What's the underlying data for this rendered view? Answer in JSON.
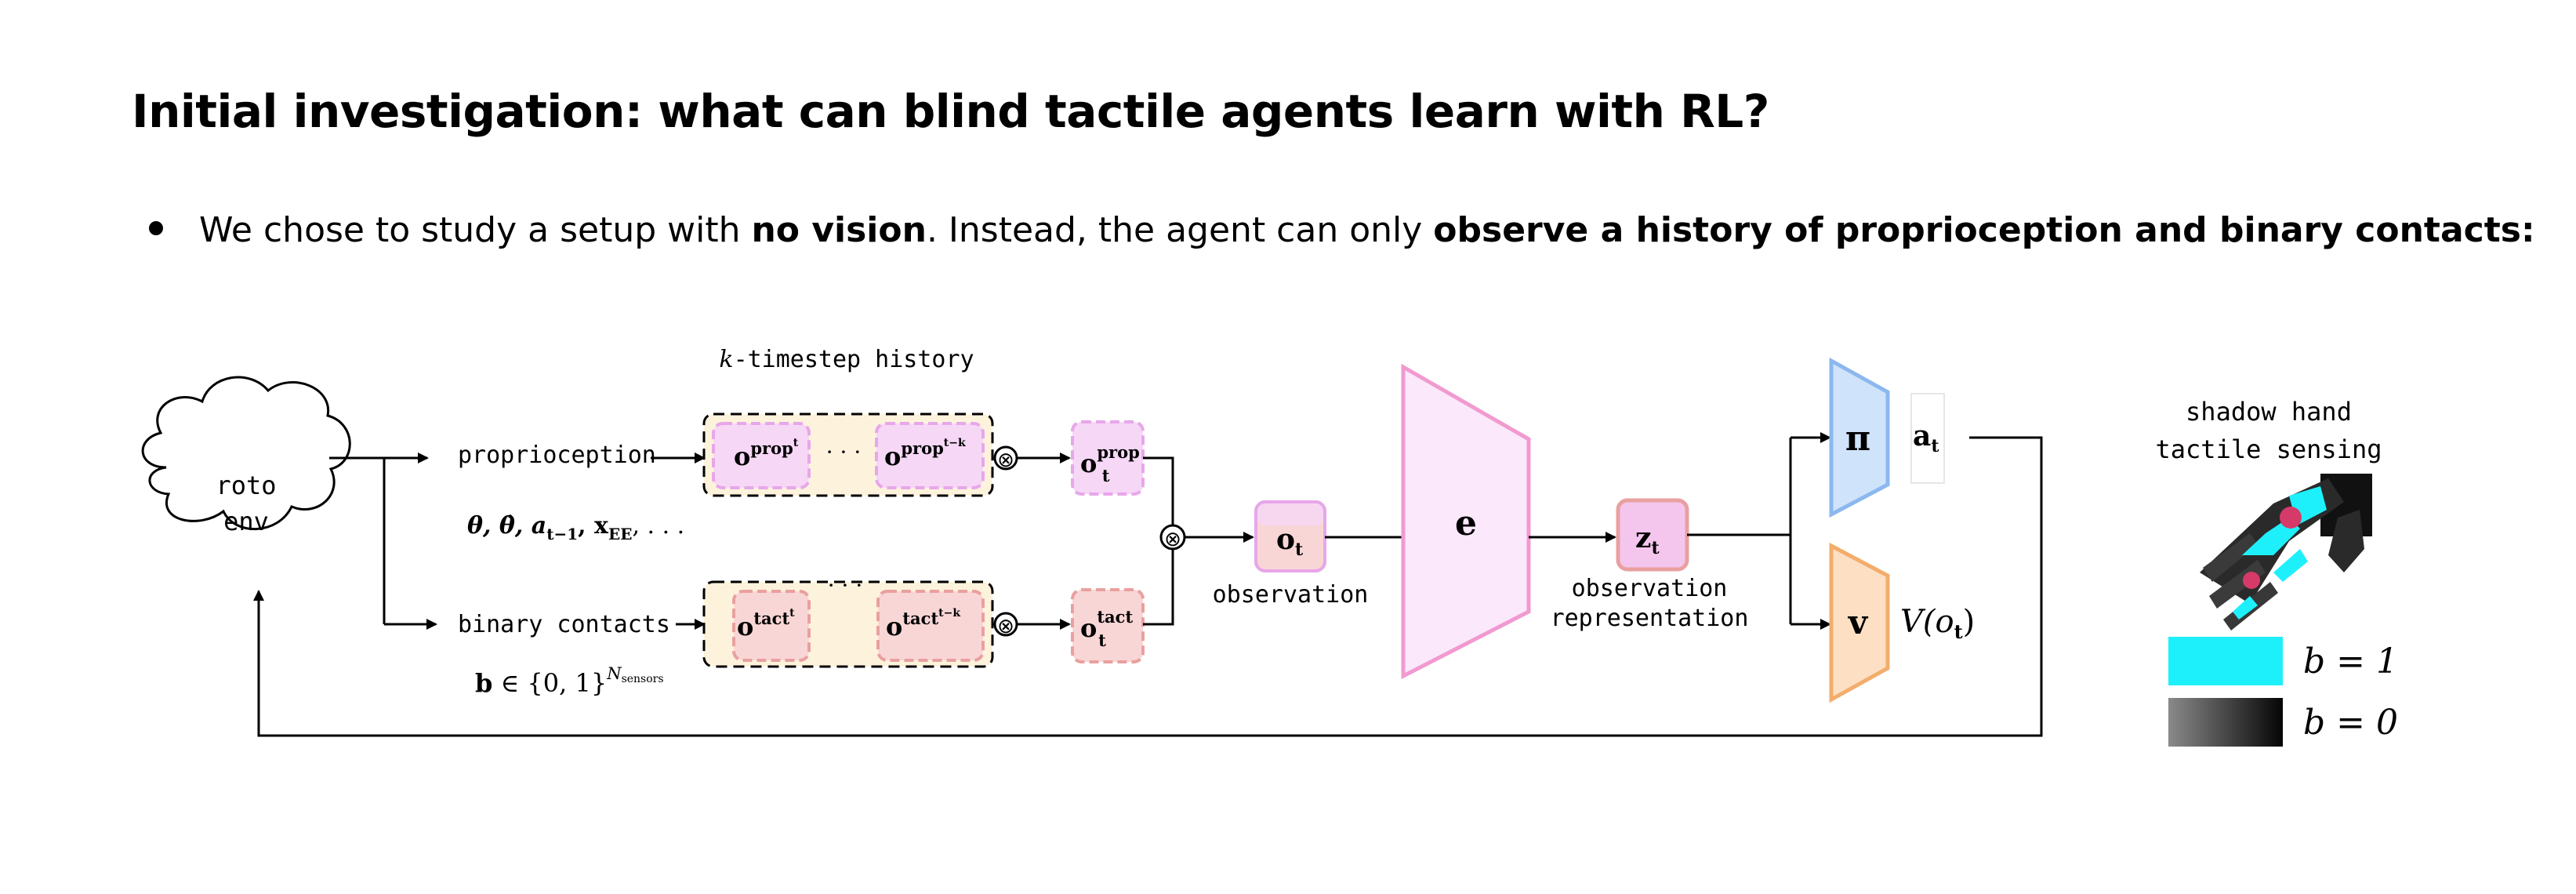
{
  "slide": {
    "title": "Initial investigation: what can blind tactile agents learn with RL?",
    "bullet": {
      "part1": "We chose to study a setup with ",
      "bold1": "no vision",
      "part2": ". Instead, the agent can only ",
      "bold2": "observe a history of proprioception and binary contacts:"
    }
  },
  "diagram": {
    "env_label_line1": "roto",
    "env_label_line2": "env",
    "history_label_k": "k",
    "history_label_rest": "-timestep history",
    "proprioception_label": "proprioception",
    "proprioception_vars": "θ, θ̇, a",
    "proprioception_vars_sub": "t−1",
    "proprioception_vars_x": ", x",
    "proprioception_vars_xsub": "EE",
    "proprioception_vars_end": ", . . .",
    "binary_contacts_label": "binary contacts",
    "contacts_math_b": "b",
    "contacts_math_set": " ∈ {0, 1}",
    "contacts_math_sup": "N",
    "contacts_math_supsub": "sensors",
    "o_symbol": "o",
    "prop_sup": "prop",
    "tact_sup": "tact",
    "t_sub": "t",
    "t_minus_k": "t−k",
    "ellipsis": "· · ·",
    "otimes": "⊗",
    "observation_label": "observation",
    "encoder_symbol": "e",
    "z_symbol": "z",
    "repr_label_line1": "observation",
    "repr_label_line2": "representation",
    "policy_symbol": "π",
    "action_symbol": "a",
    "value_symbol": "v",
    "value_output": "V(o",
    "value_output_close": ")",
    "shadow_label_line1": "shadow hand",
    "shadow_label_line2": "tactile sensing",
    "legend_b1": "b = 1",
    "legend_b0": "b = 0"
  },
  "colors": {
    "history_box": "#fdf3dc",
    "prop_fill": "#f6d7f6",
    "prop_stroke": "#e7a7ea",
    "tact_fill": "#f9d6d6",
    "tact_stroke": "#e9a0a0",
    "encoder_fill": "#fbe8fb",
    "encoder_stroke": "#f19ad0",
    "policy_fill": "#cfe3fb",
    "policy_stroke": "#8bb8ee",
    "value_fill": "#fde0c4",
    "value_stroke": "#f3ad6c",
    "contact_on": "#1ef0fb",
    "contact_ball": "#d63a68"
  }
}
